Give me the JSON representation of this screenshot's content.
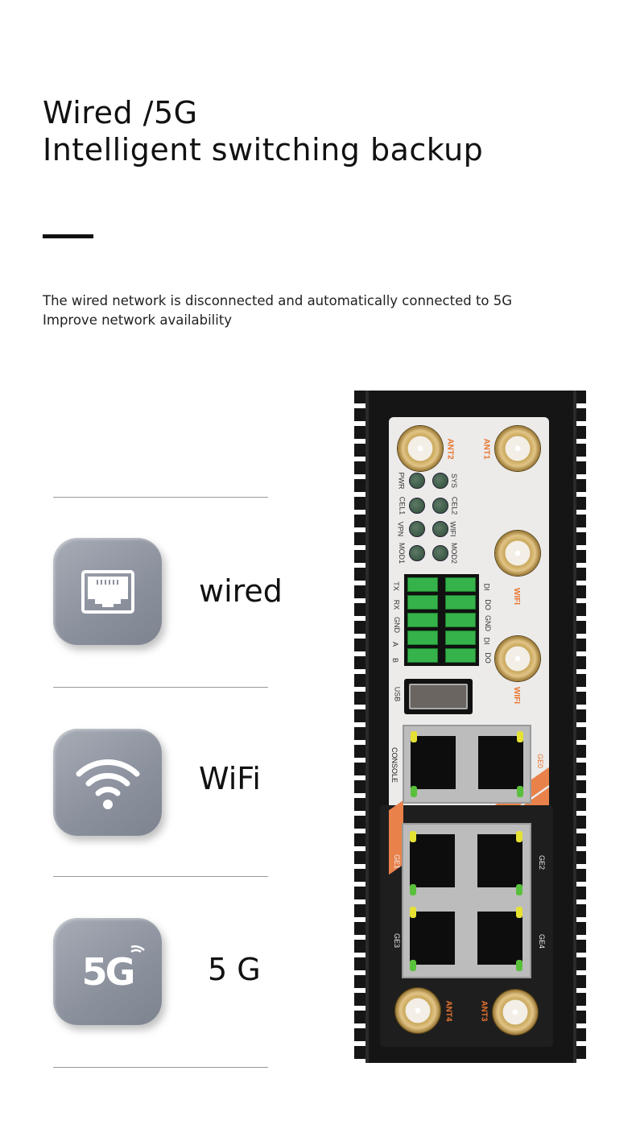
{
  "header": {
    "title_line1": "Wired /5G",
    "title_line2": "Intelligent switching backup",
    "subtitle_line1": "The wired network is disconnected and automatically connected to 5G",
    "subtitle_line2": "Improve network availability"
  },
  "features": [
    {
      "icon": "ethernet-port-icon",
      "label": "wired"
    },
    {
      "icon": "wifi-icon",
      "label": "WiFi"
    },
    {
      "icon": "5g-icon",
      "label": "5 G",
      "icon_text": "5G"
    }
  ],
  "device": {
    "antennas": {
      "ant1": "ANT1",
      "ant2": "ANT2",
      "ant3": "ANT3",
      "ant4": "ANT4",
      "wifi1": "WIFI",
      "wifi2": "WIFI"
    },
    "leds_left": [
      "PWR",
      "CEL1",
      "VPN",
      "MOD1"
    ],
    "leds_right": [
      "SYS",
      "CEL2",
      "WIFI",
      "MOD2"
    ],
    "terminal_left": [
      "TX",
      "RX",
      "GND",
      "A",
      "B"
    ],
    "terminal_right": [
      "DI",
      "DO",
      "GND",
      "DI",
      "DO"
    ],
    "usb": "USB",
    "ports": {
      "console": "CONSOLE",
      "ge0": "GE0",
      "ge1": "GE1",
      "ge2": "GE2",
      "ge3": "GE3",
      "ge4": "GE4"
    }
  },
  "colors": {
    "accent_orange": "#e8742e",
    "terminal_green": "#36b24a",
    "tile_gray": "#8a909c"
  }
}
